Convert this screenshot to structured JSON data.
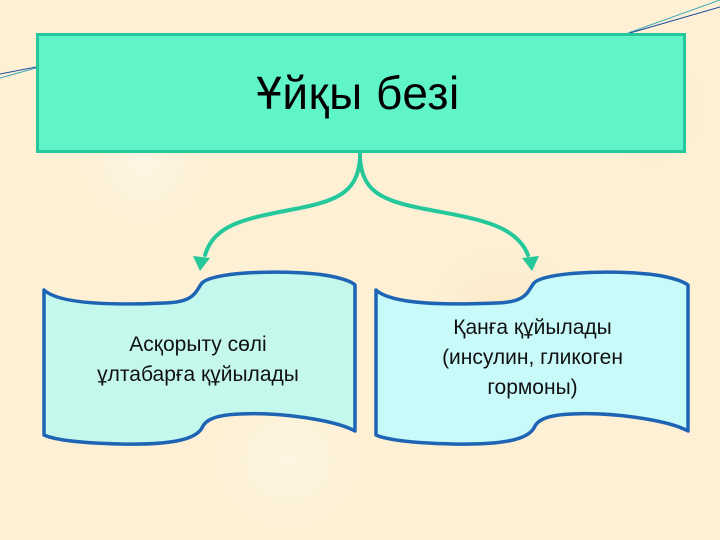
{
  "diagram": {
    "title": "Ұйқы безі",
    "nodes": [
      {
        "id": "left",
        "lines": [
          "Асқорыту сөлі",
          "ұлтабарға құйылады"
        ]
      },
      {
        "id": "right",
        "lines": [
          "Қанға құйылады",
          "(инсулин, гликоген",
          "гормоны)"
        ]
      }
    ],
    "edges": [
      {
        "from": "title",
        "to": "left"
      },
      {
        "from": "title",
        "to": "right"
      }
    ]
  },
  "colors": {
    "background": "#FDF0D5",
    "title_fill": "#60F5C8",
    "title_border": "#24C89A",
    "connector": "#24C89A",
    "left_node_fill": "#C4F8EC",
    "right_node_fill": "#C8FAFA",
    "node_stroke": "#1E64B4",
    "deco_line_dark": "#1E4FA0",
    "deco_line_teal": "#3AA6B4"
  }
}
